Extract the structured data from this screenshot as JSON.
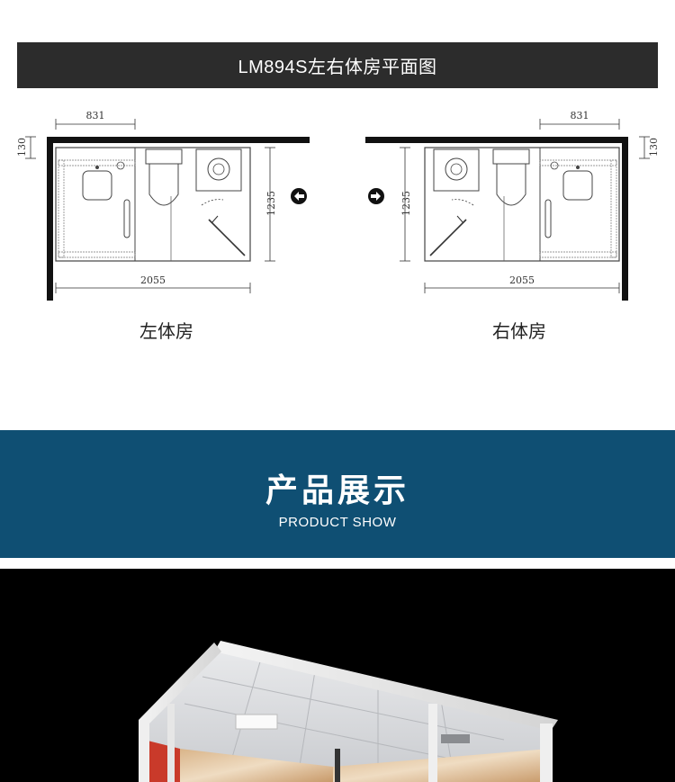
{
  "header": {
    "title": "LM894S左右体房平面图"
  },
  "plans": {
    "left": {
      "caption": "左体房",
      "dim_top": "831",
      "dim_side": "130",
      "dim_height": "1235",
      "dim_width": "2055",
      "arrow": "arrow-left-icon"
    },
    "right": {
      "caption": "右体房",
      "dim_top": "831",
      "dim_side": "130",
      "dim_height": "1235",
      "dim_width": "2055",
      "arrow": "arrow-right-icon"
    }
  },
  "section": {
    "title_zh": "产品展示",
    "title_en": "PRODUCT SHOW",
    "color": "#0f4f73"
  }
}
